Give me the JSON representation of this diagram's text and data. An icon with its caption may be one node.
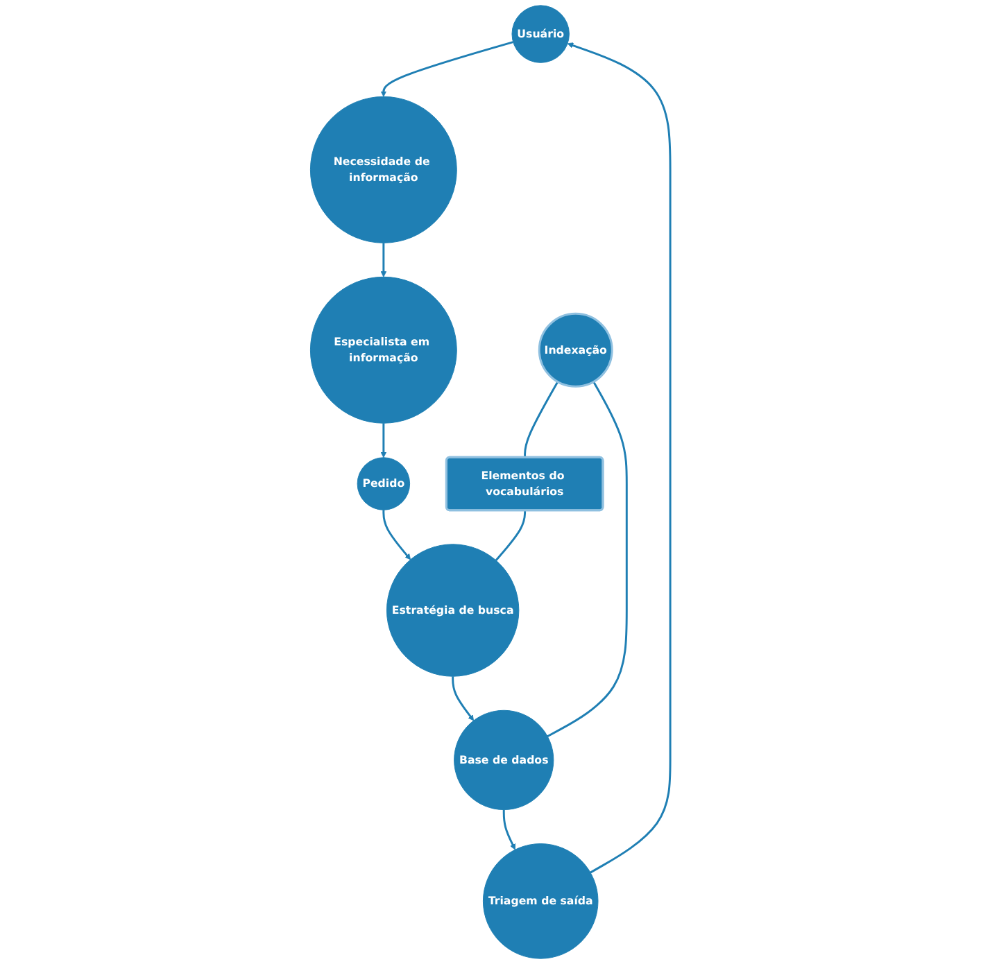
{
  "diagram": {
    "nodes": [
      {
        "text": [
          "Usuário"
        ]
      },
      {
        "text": [
          "Necessidade de informação"
        ]
      },
      {
        "text": [
          "Especialista em informação"
        ]
      },
      {
        "text": [
          "Pedido"
        ]
      },
      {
        "text": [
          "Estratégia de busca"
        ]
      },
      {
        "text": [
          "Base de dados"
        ]
      },
      {
        "text": [
          "Triagem de saída"
        ]
      },
      {
        "text": [
          "Indexação"
        ]
      },
      {
        "text": [
          "Elementos do vocabulários"
        ]
      }
    ],
    "edges": [
      {
        "from": 0,
        "to": 1,
        "arrow": "to"
      },
      {
        "from": 1,
        "to": 2,
        "arrow": "to"
      },
      {
        "from": 2,
        "to": 3,
        "arrow": "to"
      },
      {
        "from": 3,
        "to": 4,
        "arrow": "to"
      },
      {
        "from": 4,
        "to": 5,
        "arrow": "to"
      },
      {
        "from": 5,
        "to": 6,
        "arrow": "to"
      },
      {
        "from": 6,
        "to": 0,
        "arrow": "to"
      },
      {
        "from": 7,
        "to": 8,
        "arrow": "none"
      },
      {
        "from": 8,
        "to": 4,
        "arrow": "none"
      },
      {
        "from": 7,
        "to": 5,
        "arrow": "none"
      }
    ]
  }
}
